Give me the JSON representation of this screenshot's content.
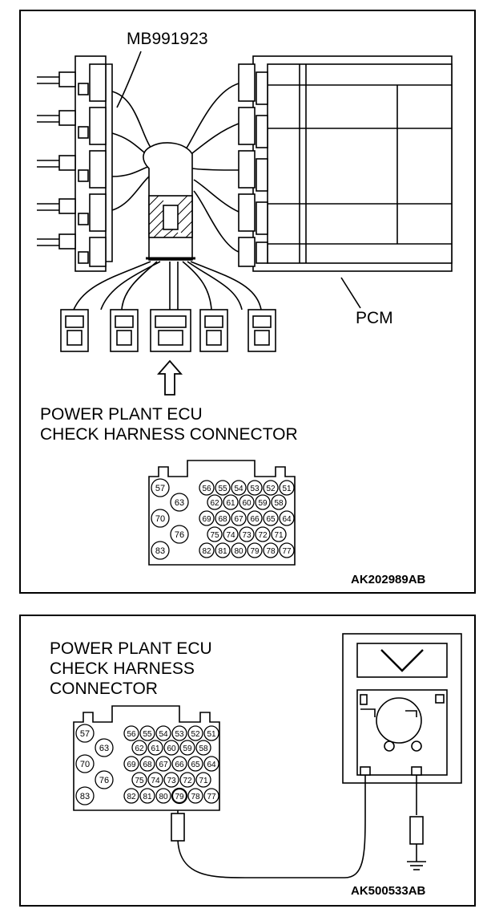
{
  "top_panel": {
    "tool_label": "MB991923",
    "pcm_label": "PCM",
    "connector_title_line1": "POWER PLANT ECU",
    "connector_title_line2": "CHECK HARNESS CONNECTOR",
    "figure_code": "AK202989AB"
  },
  "bottom_panel": {
    "connector_title_line1": "POWER PLANT ECU",
    "connector_title_line2": "CHECK HARNESS",
    "connector_title_line3": "CONNECTOR",
    "figure_code": "AK500533AB",
    "probe_pin": "79"
  },
  "connector_pins": {
    "left_column": [
      "57",
      "63",
      "70",
      "76",
      "83"
    ],
    "row1": [
      "56",
      "55",
      "54",
      "53",
      "52",
      "51"
    ],
    "row2": [
      "62",
      "61",
      "60",
      "59",
      "58"
    ],
    "row3": [
      "69",
      "68",
      "67",
      "66",
      "65",
      "64"
    ],
    "row4": [
      "75",
      "74",
      "73",
      "72",
      "71"
    ],
    "row5": [
      "82",
      "81",
      "80",
      "79",
      "78",
      "77"
    ]
  }
}
